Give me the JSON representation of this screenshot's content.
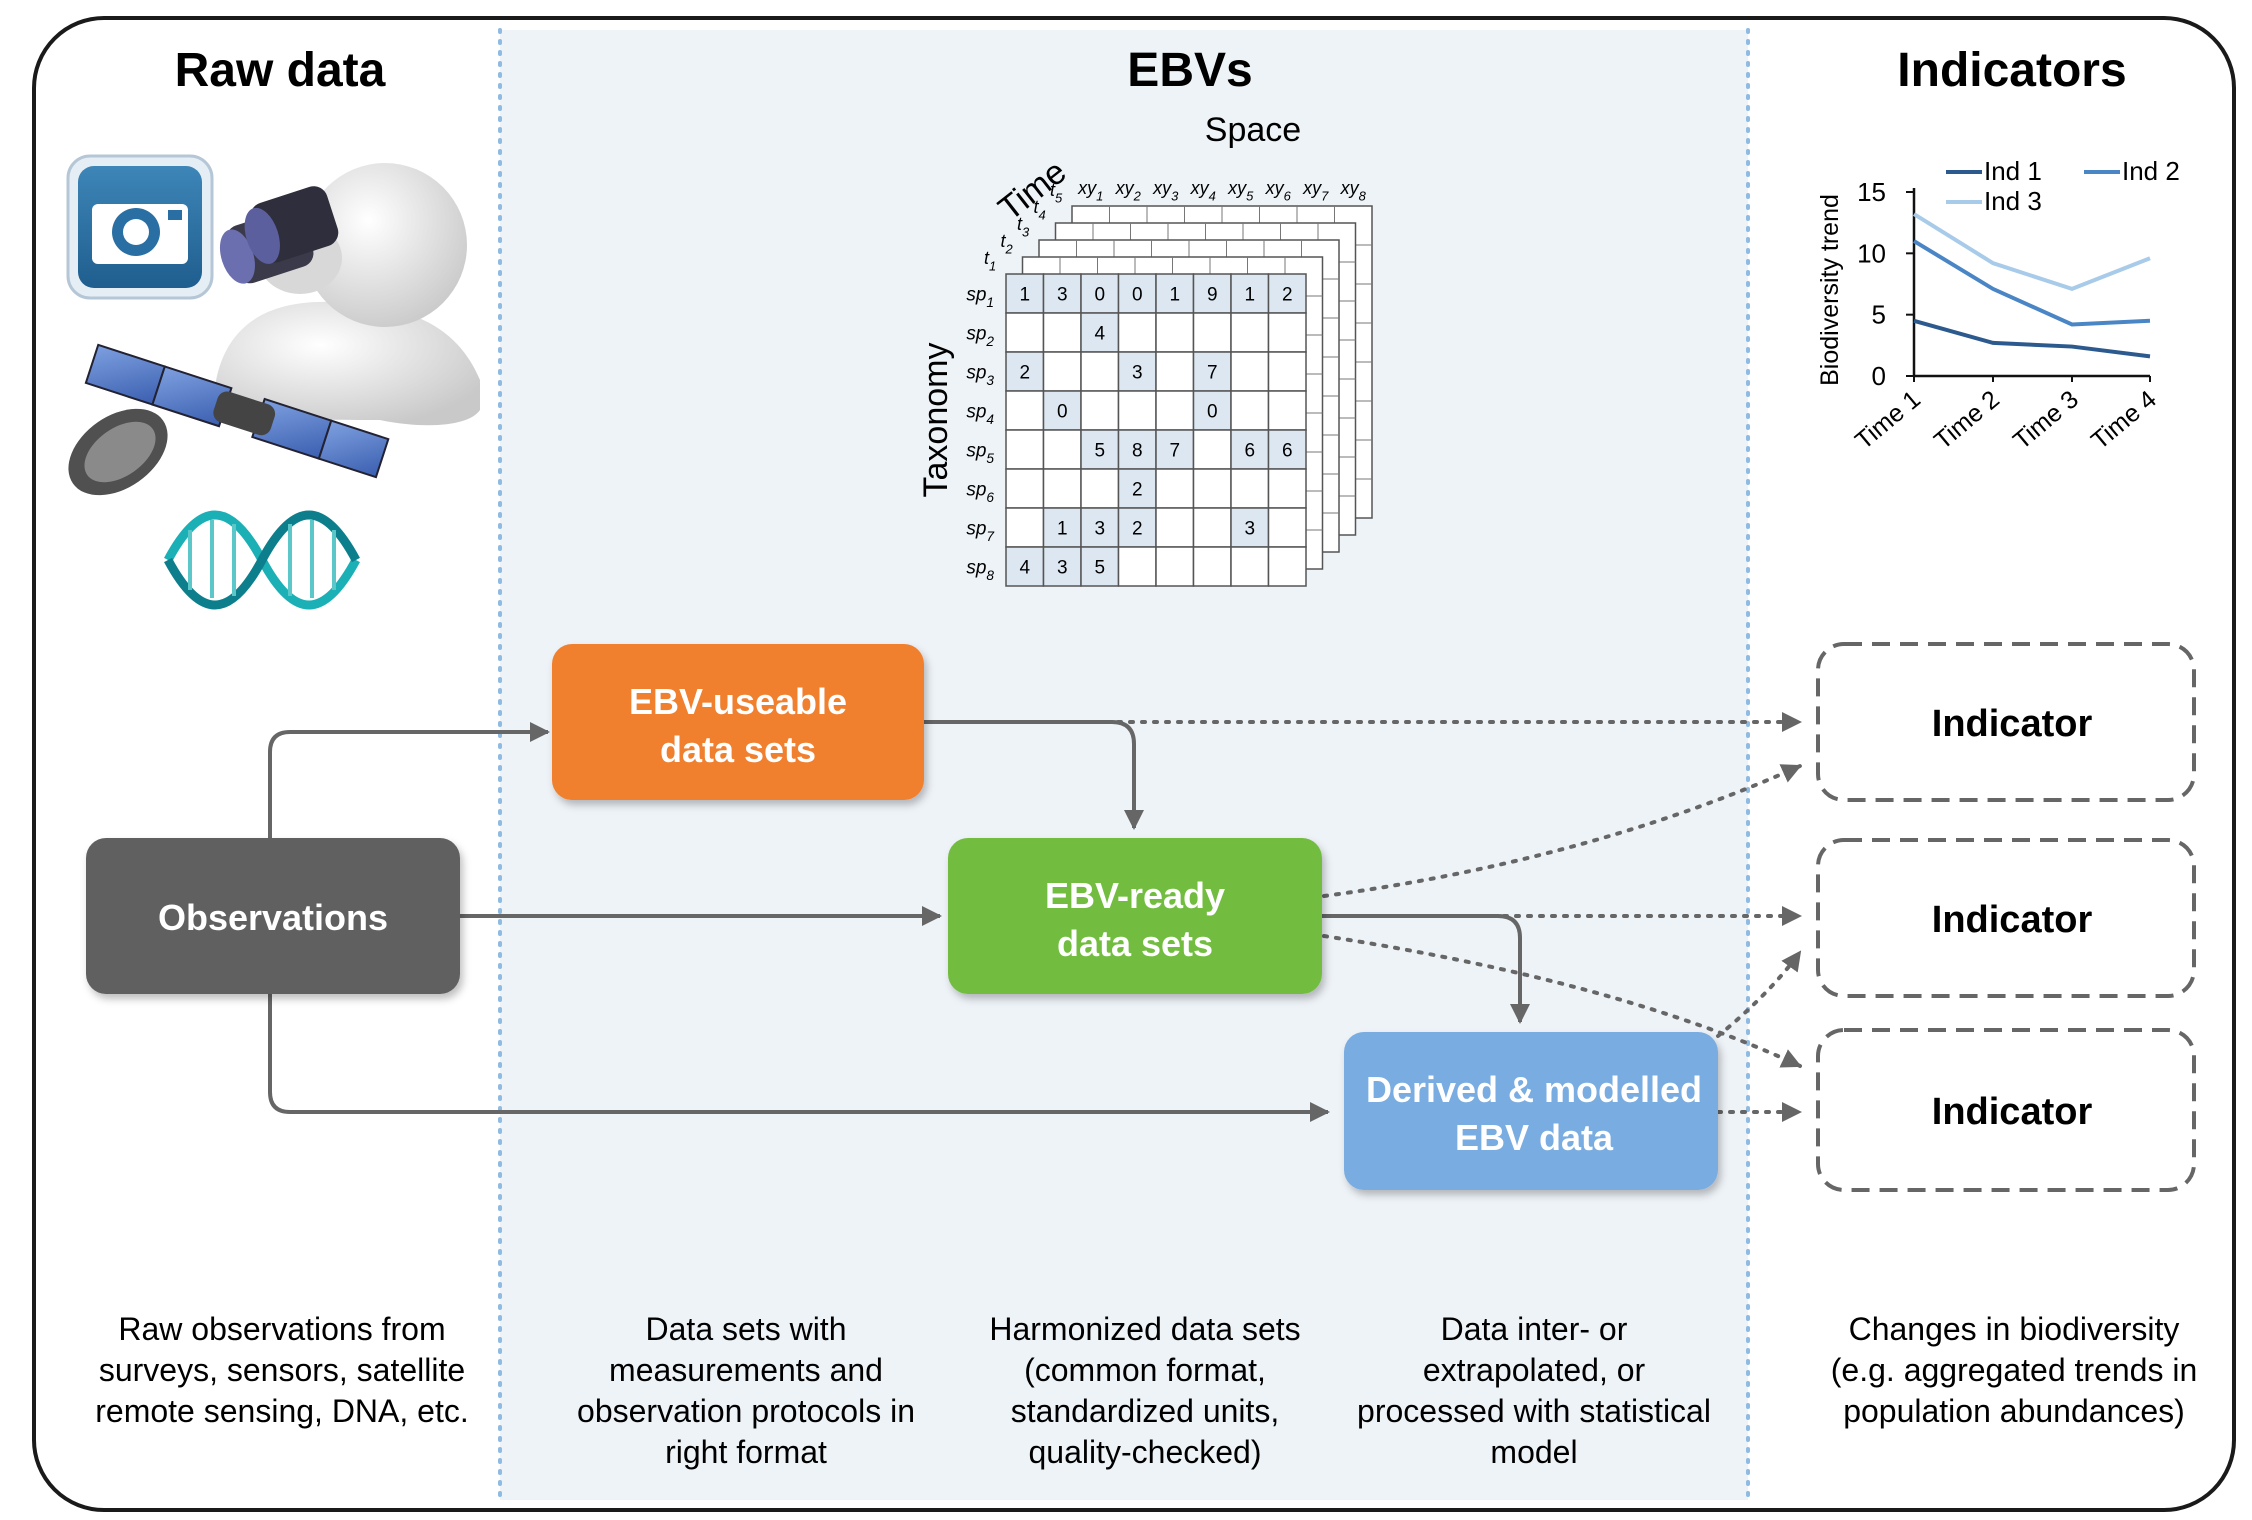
{
  "columns": {
    "raw": {
      "title": "Raw data"
    },
    "ebv": {
      "title": "EBVs"
    },
    "ind": {
      "title": "Indicators"
    }
  },
  "cube": {
    "space_label": "Space",
    "time_label": "Time",
    "taxonomy_label": "Taxonomy",
    "x_labels": [
      [
        "xy",
        "1"
      ],
      [
        "xy",
        "2"
      ],
      [
        "xy",
        "3"
      ],
      [
        "xy",
        "4"
      ],
      [
        "xy",
        "5"
      ],
      [
        "xy",
        "6"
      ],
      [
        "xy",
        "7"
      ],
      [
        "xy",
        "8"
      ]
    ],
    "t_labels": [
      [
        "t",
        "1"
      ],
      [
        "t",
        "2"
      ],
      [
        "t",
        "3"
      ],
      [
        "t",
        "4"
      ],
      [
        "t",
        "5"
      ]
    ],
    "sp_labels": [
      [
        "sp",
        "1"
      ],
      [
        "sp",
        "2"
      ],
      [
        "sp",
        "3"
      ],
      [
        "sp",
        "4"
      ],
      [
        "sp",
        "5"
      ],
      [
        "sp",
        "6"
      ],
      [
        "sp",
        "7"
      ],
      [
        "sp",
        "8"
      ]
    ],
    "grid": [
      [
        "1",
        "3",
        "0",
        "0",
        "1",
        "9",
        "1",
        "2"
      ],
      [
        "",
        "",
        "4",
        "",
        "",
        "",
        "",
        ""
      ],
      [
        "2",
        "",
        "",
        "3",
        "",
        "7",
        "",
        ""
      ],
      [
        "",
        "0",
        "",
        "",
        "",
        "0",
        "",
        ""
      ],
      [
        "",
        "",
        "5",
        "8",
        "7",
        "",
        "6",
        "6"
      ],
      [
        "",
        "",
        "",
        "2",
        "",
        "",
        "",
        ""
      ],
      [
        "",
        "1",
        "3",
        "2",
        "",
        "",
        "3",
        ""
      ],
      [
        "4",
        "3",
        "5",
        "",
        "",
        "",
        "",
        ""
      ]
    ]
  },
  "chart_data": {
    "type": "line",
    "x": [
      "Time 1",
      "Time 2",
      "Time 3",
      "Time 4"
    ],
    "ylabel": "Biodiversity trend",
    "ylim": [
      0,
      15
    ],
    "yticks": [
      0,
      5,
      10,
      15
    ],
    "legend": "top",
    "series": [
      {
        "name": "Ind 1",
        "values": [
          4.5,
          2.7,
          2.4,
          1.6
        ],
        "color": "#2d5a8e"
      },
      {
        "name": "Ind 2",
        "values": [
          11,
          7.1,
          4.2,
          4.5
        ],
        "color": "#4a86c5"
      },
      {
        "name": "Ind 3",
        "values": [
          13.2,
          9.2,
          7.1,
          9.6
        ],
        "color": "#a8cbea"
      }
    ]
  },
  "boxes": {
    "observations": "Observations",
    "useable": [
      "EBV-useable",
      "data sets"
    ],
    "ready": [
      "EBV-ready",
      "data sets"
    ],
    "derived": [
      "Derived & modelled",
      "EBV data"
    ],
    "indicator": "Indicator"
  },
  "captions": {
    "raw": [
      "Raw observations from",
      "surveys, sensors, satellite",
      "remote sensing, DNA, etc."
    ],
    "useable": [
      "Data sets with",
      "measurements and",
      "observation protocols in",
      "right format"
    ],
    "ready": [
      "Harmonized data sets",
      "(common format,",
      "standardized units,",
      "quality-checked)"
    ],
    "derived": [
      "Data inter- or",
      "extrapolated, or",
      "processed with statistical",
      "model"
    ],
    "ind": [
      "Changes in biodiversity",
      "(e.g. aggregated trends in",
      "population abundances)"
    ]
  },
  "colors": {
    "observations": "#616161",
    "useable": "#f07f2e",
    "ready": "#72bd40",
    "derived": "#79ace0",
    "ebv_band": "#eef3f8",
    "cell_fill": "#dde7f2",
    "arrow": "#666666"
  },
  "icons": [
    "camera-icon",
    "binoculars-person-icon",
    "satellite-icon",
    "dna-icon"
  ]
}
